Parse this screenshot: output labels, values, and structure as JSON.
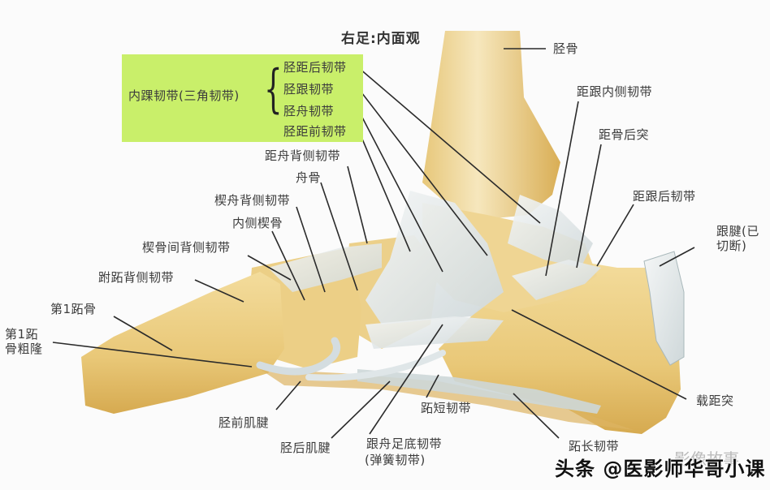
{
  "title": "右足:内面观",
  "group": {
    "label": "内踝韧带(三角韧带)",
    "box_color": "#c9ef6a",
    "items": [
      "胫距后韧带",
      "胫跟韧带",
      "胫舟韧带",
      "胫距前韧带"
    ]
  },
  "labels": {
    "tibia": "胫骨",
    "medial_talocalcaneal_ligament": "距跟内侧韧带",
    "posterior_talar_process": "距骨后突",
    "posterior_talocalcaneal_ligament": "距跟后韧带",
    "achilles_tendon": "跟腱(已切断)",
    "dorsal_talonavicular_ligament": "距舟背侧韧带",
    "navicular": "舟骨",
    "dorsal_cuneonavicular_ligament": "楔舟背侧韧带",
    "medial_cuneiform": "内侧楔骨",
    "dorsal_intercuneiform_ligament": "楔骨间背侧韧带",
    "dorsal_tarsometatarsal_ligament": "跗跖背侧韧带",
    "first_metatarsal": "第1跖骨",
    "first_metatarsal_tuberosity": "第1跖骨粗隆",
    "tibialis_anterior_tendon": "胫前肌腱",
    "tibialis_posterior_tendon": "胫后肌腱",
    "plantar_calcaneonavicular_ligament": "跟舟足底韧带",
    "spring_ligament": "(弹簧韧带)",
    "short_plantar_ligament": "跖短韧带",
    "long_plantar_ligament": "跖长韧带",
    "sustentaculum_tali": "载距突"
  },
  "watermark": "头条 @医影师华哥小课",
  "watermark_faint": "影像故事",
  "colors": {
    "bone": "#eccf86",
    "bone_dark": "#d6a94a",
    "ligament": "#e8ebec",
    "tendon": "#d7dfe0",
    "leader_line": "#2b2b2b",
    "background": "#fbfbfb"
  }
}
